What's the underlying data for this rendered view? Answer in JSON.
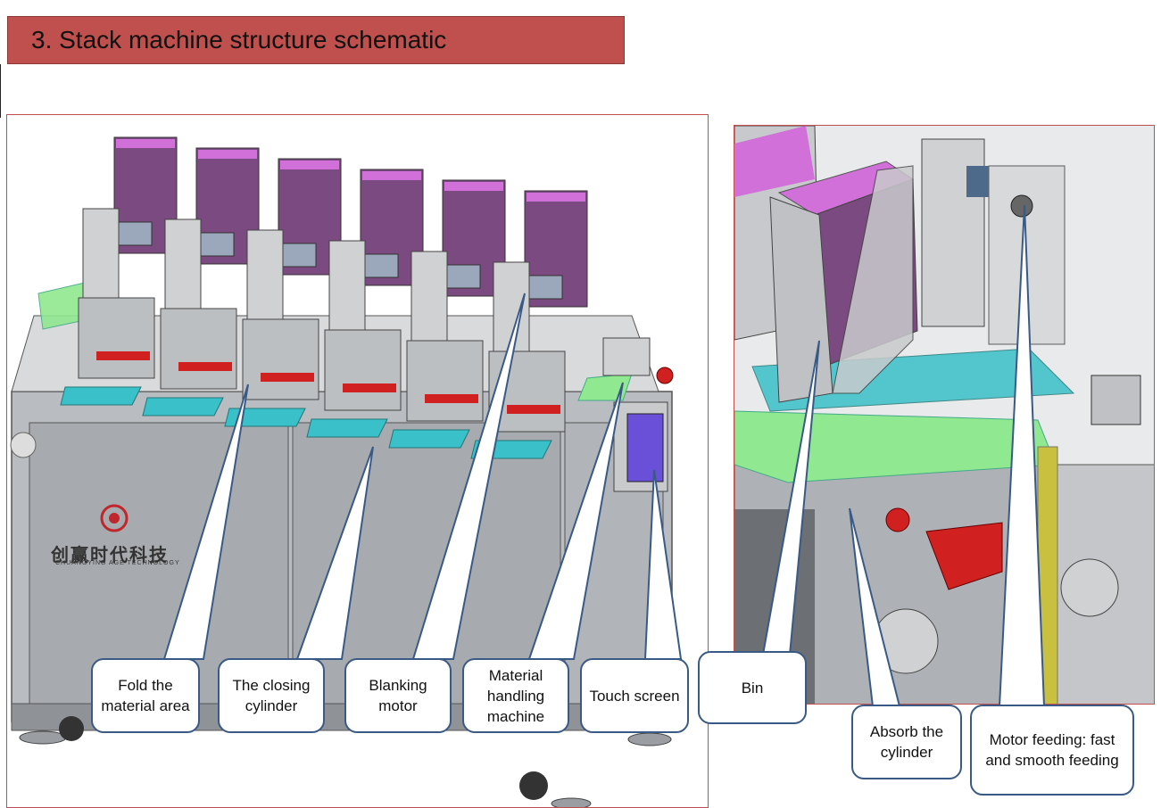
{
  "title": "3. Stack machine structure schematic",
  "logo": {
    "cn": "创赢时代科技",
    "en": "CHUANGYING AGE TECHNOLOGY"
  },
  "callouts": {
    "fold": "Fold the material area",
    "closing": "The closing cylinder",
    "blanking": "Blanking motor",
    "handling": "Material handling machine",
    "touch": "Touch screen",
    "bin": "Bin",
    "absorb": "Absorb the cylinder",
    "motor": "Motor feeding: fast and smooth feeding"
  },
  "colors": {
    "title_bar": "#c0504d",
    "callout_border": "#3a5a86",
    "bin_stack": "#d070d8",
    "tray_cyan": "#39c0c8",
    "plate_green": "#90e890",
    "red_part": "#d02020"
  }
}
